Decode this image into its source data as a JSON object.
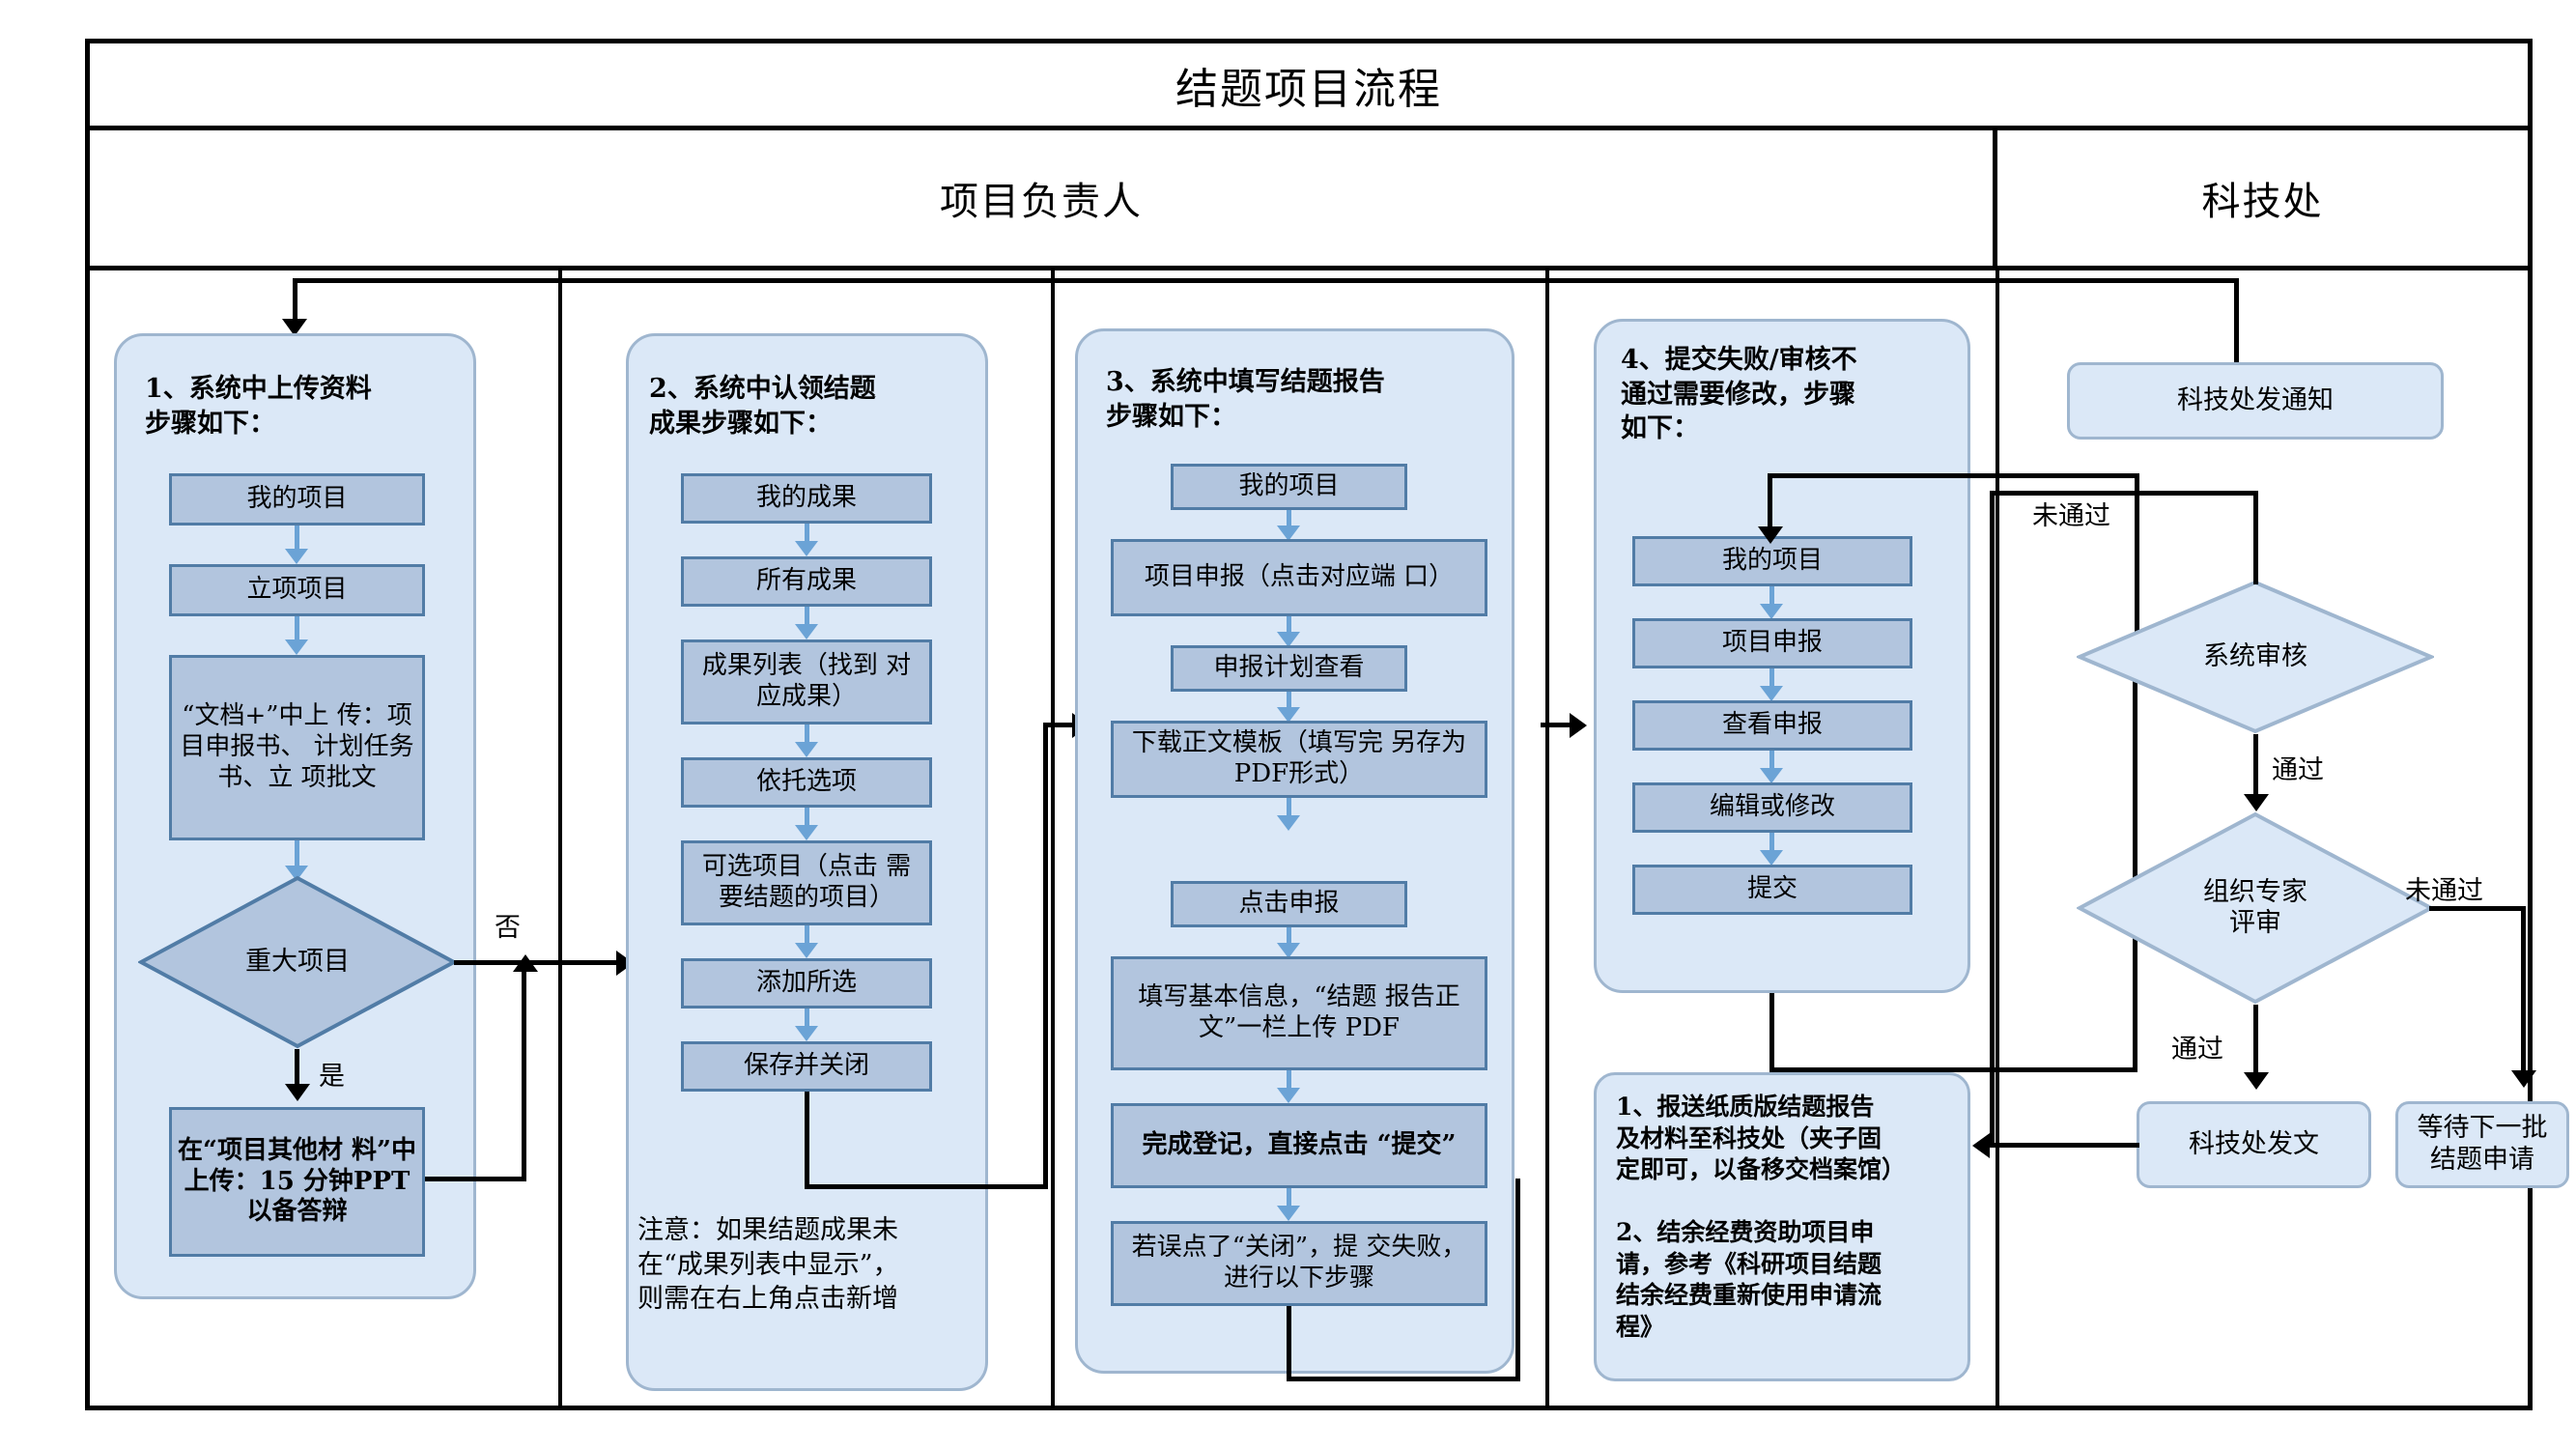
{
  "title": "结题项目流程",
  "lanes": [
    {
      "name": "项目负责人"
    },
    {
      "name": "科技处"
    }
  ],
  "columns": [
    {
      "heading": "1、系统中上传资料\n步骤如下：",
      "steps": [
        {
          "label": "我的项目"
        },
        {
          "label": "立项项目"
        },
        {
          "label": "“文档+”中上\n传：项目申报书、\n计划任务书、立\n项批文"
        }
      ],
      "decision": {
        "label": "重大项目",
        "yes": "是",
        "no": "否"
      },
      "final_step": {
        "label": "在“项目其他材\n料”中上传：15\n分钟PPT以备答辩"
      }
    },
    {
      "heading": "2、系统中认领结题\n成果步骤如下：",
      "steps": [
        {
          "label": "我的成果"
        },
        {
          "label": "所有成果"
        },
        {
          "label": "成果列表（找到\n对应成果）"
        },
        {
          "label": "依托选项"
        },
        {
          "label": "可选项目（点击\n需要结题的项目）"
        },
        {
          "label": "添加所选"
        },
        {
          "label": "保存并关闭"
        }
      ],
      "note": "注意：如果结题成果未\n在“成果列表中显示”，\n则需在右上角点击新增"
    },
    {
      "heading": "3、系统中填写结题报告\n步骤如下：",
      "steps": [
        {
          "label": "我的项目"
        },
        {
          "label": "项目申报（点击对应端\n口）"
        },
        {
          "label": "申报计划查看"
        },
        {
          "label": "下载正文模板（填写完\n另存为PDF形式）"
        },
        {
          "label": "点击申报"
        },
        {
          "label": "填写基本信息，“结题\n报告正文”一栏上传\nPDF"
        },
        {
          "label": "完成登记，直接点击\n“提交”"
        },
        {
          "label": "若误点了“关闭”，提\n交失败，进行以下步骤"
        }
      ]
    },
    {
      "heading": "4、提交失败/审核不\n通过需要修改，步骤\n如下：",
      "steps": [
        {
          "label": "我的项目"
        },
        {
          "label": "项目申报"
        },
        {
          "label": "查看申报"
        },
        {
          "label": "编辑或修改"
        },
        {
          "label": "提交"
        }
      ],
      "notes": "1、报送纸质版结题报告\n及材料至科技处（夹子固\n定即可，以备移交档案馆）\n\n2、结余经费资助项目申\n请，参考《科研项目结题\n结余经费重新使用申请流\n程》"
    }
  ],
  "right_lane": {
    "notice_box": "科技处发通知",
    "decisions": [
      {
        "label": "系统审核",
        "fail": "未通过",
        "pass": "通过"
      },
      {
        "label": "组织专家\n评审",
        "fail": "未通过",
        "pass": "通过"
      }
    ],
    "outcomes": [
      {
        "label": "科技处发文"
      },
      {
        "label": "等待下一批\n结题申请"
      }
    ]
  },
  "colors": {
    "frame": "#000000",
    "group_fill": "#dbe8f7",
    "group_border": "#9fb6cf",
    "box_fill": "#b2c5de",
    "box_border": "#517ca6",
    "blue_connector": "#6ba3d6",
    "black_connector": "#000000"
  }
}
